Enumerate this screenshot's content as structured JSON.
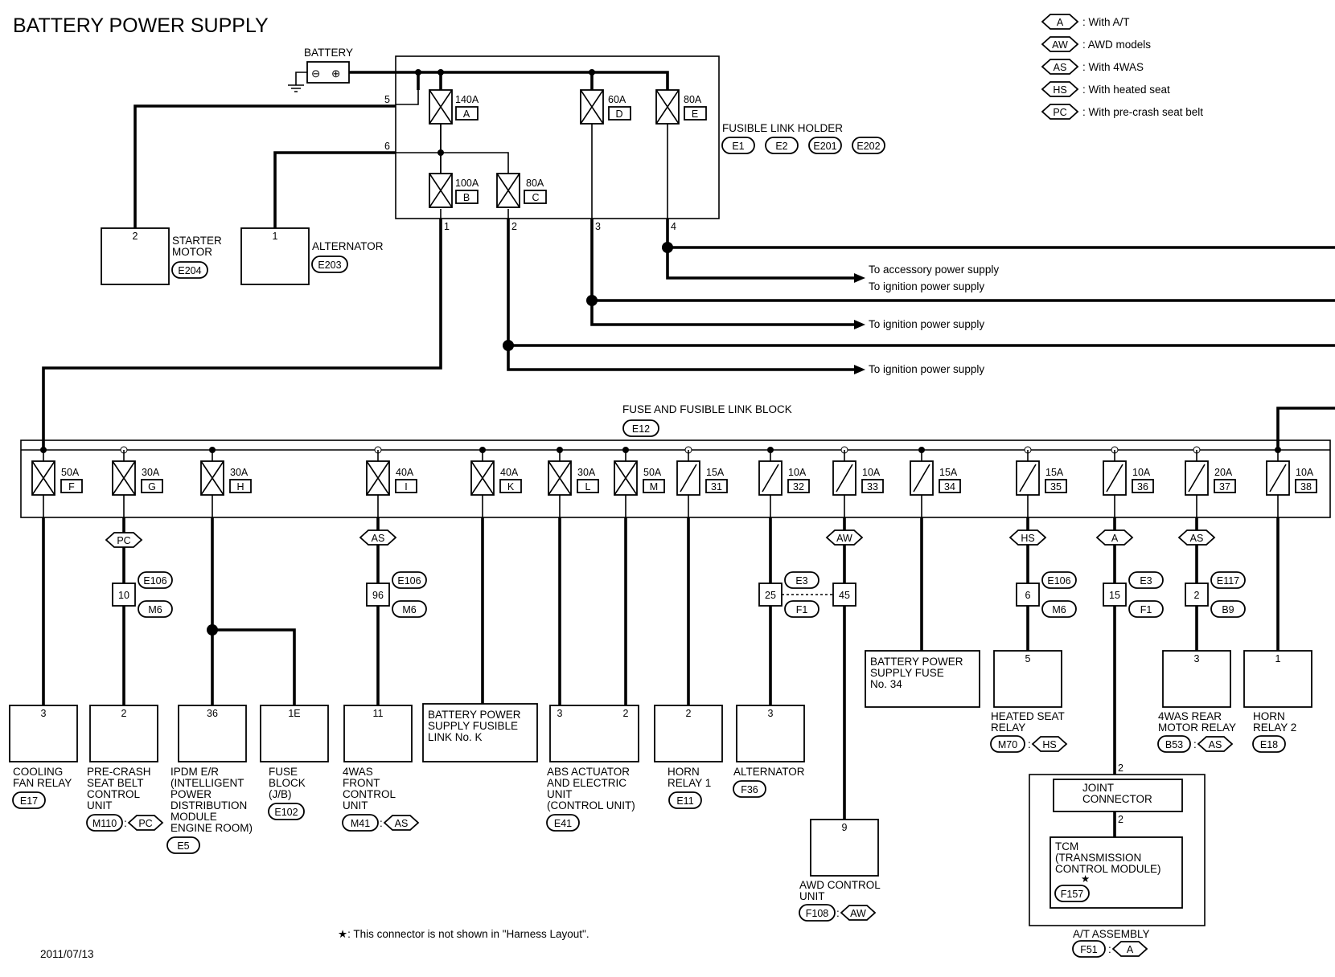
{
  "title": "BATTERY POWER SUPPLY",
  "date": "2011/07/13",
  "footnote": "★: This connector is not shown in \"Harness Layout\".",
  "legend": [
    {
      "code": "A",
      "text": ": With A/T"
    },
    {
      "code": "AW",
      "text": ": AWD models"
    },
    {
      "code": "AS",
      "text": ": With 4WAS"
    },
    {
      "code": "HS",
      "text": ": With heated seat"
    },
    {
      "code": "PC",
      "text": ": With pre-crash seat belt"
    }
  ],
  "battery": {
    "label": "BATTERY",
    "minus": "⊖",
    "plus": "⊕"
  },
  "fusible_link_holder": {
    "label": "FUSIBLE LINK HOLDER",
    "connectors": [
      "E1",
      "E2",
      "E201",
      "E202"
    ],
    "pins": {
      "p5": "5",
      "p6": "6",
      "p1": "1",
      "p2": "2",
      "p3": "3",
      "p4": "4"
    },
    "links": [
      {
        "amp": "140A",
        "id": "A"
      },
      {
        "amp": "60A",
        "id": "D"
      },
      {
        "amp": "80A",
        "id": "E"
      },
      {
        "amp": "100A",
        "id": "B"
      },
      {
        "amp": "80A",
        "id": "C"
      }
    ]
  },
  "starter": {
    "pin": "2",
    "name": [
      "STARTER",
      "MOTOR"
    ],
    "conn": "E204"
  },
  "alternator_top": {
    "pin": "1",
    "name": "ALTERNATOR",
    "conn": "E203"
  },
  "arrows": [
    "To accessory power supply",
    "To ignition power supply",
    "To ignition power supply",
    "To ignition power supply"
  ],
  "fuse_block": {
    "label": "FUSE AND FUSIBLE LINK BLOCK",
    "conn": "E12",
    "fuses": [
      {
        "amp": "50A",
        "id": "F"
      },
      {
        "amp": "30A",
        "id": "G"
      },
      {
        "amp": "30A",
        "id": "H"
      },
      {
        "amp": "40A",
        "id": "I"
      },
      {
        "amp": "40A",
        "id": "K"
      },
      {
        "amp": "30A",
        "id": "L"
      },
      {
        "amp": "50A",
        "id": "M"
      },
      {
        "amp": "15A",
        "id": "31"
      },
      {
        "amp": "10A",
        "id": "32"
      },
      {
        "amp": "10A",
        "id": "33"
      },
      {
        "amp": "15A",
        "id": "34"
      },
      {
        "amp": "15A",
        "id": "35"
      },
      {
        "amp": "10A",
        "id": "36"
      },
      {
        "amp": "20A",
        "id": "37"
      },
      {
        "amp": "10A",
        "id": "38"
      }
    ]
  },
  "options": {
    "pc": "PC",
    "as1": "AS",
    "aw": "AW",
    "hs": "HS",
    "a": "A",
    "as2": "AS"
  },
  "joints": [
    {
      "pin": "10",
      "c1": "E106",
      "c2": "M6"
    },
    {
      "pin": "96",
      "c1": "E106",
      "c2": "M6"
    },
    {
      "pin": "25",
      "c1": "E3",
      "c2": "F1"
    },
    {
      "pin": "45"
    },
    {
      "pin": "6",
      "c1": "E106",
      "c2": "M6"
    },
    {
      "pin": "15",
      "c1": "E3",
      "c2": "F1"
    },
    {
      "pin": "2",
      "c1": "E117",
      "c2": "B9"
    }
  ],
  "components": {
    "cooling_fan": {
      "pin": "3",
      "name": [
        "COOLING",
        "FAN RELAY"
      ],
      "conn": "E17"
    },
    "precrash": {
      "pin": "2",
      "name": [
        "PRE-CRASH",
        "SEAT BELT",
        "CONTROL",
        "UNIT"
      ],
      "conn": "M110",
      "opt": "PC"
    },
    "ipdm": {
      "pin": "36",
      "name": [
        "IPDM E/R",
        "(INTELLIGENT",
        "POWER",
        "DISTRIBUTION",
        "MODULE",
        "ENGINE ROOM)"
      ],
      "conn": "E5"
    },
    "fuse_block_jb": {
      "pin": "1E",
      "name": [
        "FUSE",
        "BLOCK",
        "(J/B)"
      ],
      "conn": "E102"
    },
    "fourwas_front": {
      "pin": "11",
      "name": [
        "4WAS",
        "FRONT",
        "CONTROL",
        "UNIT"
      ],
      "conn": "M41",
      "opt": "AS"
    },
    "bat_fusible_k": {
      "name": [
        "BATTERY POWER",
        "SUPPLY FUSIBLE",
        "LINK No. K"
      ]
    },
    "abs": {
      "pin1": "3",
      "pin2": "2",
      "name": [
        "ABS ACTUATOR",
        "AND ELECTRIC",
        "UNIT",
        "(CONTROL UNIT)"
      ],
      "conn": "E41"
    },
    "horn1": {
      "pin": "2",
      "name": [
        "HORN",
        "RELAY 1"
      ],
      "conn": "E11"
    },
    "alternator": {
      "pin": "3",
      "name": [
        "ALTERNATOR"
      ],
      "conn": "F36"
    },
    "awd": {
      "pin": "9",
      "name": [
        "AWD CONTROL",
        "UNIT"
      ],
      "conn": "F108",
      "opt": "AW"
    },
    "bat_fuse_34": {
      "name": [
        "BATTERY POWER",
        "SUPPLY FUSE",
        "No. 34"
      ]
    },
    "heated_seat": {
      "pin": "5",
      "name": [
        "HEATED SEAT",
        "RELAY"
      ],
      "conn": "M70",
      "opt": "HS"
    },
    "joint_conn": {
      "pin_top": "2",
      "pin_bottom": "2",
      "name": [
        "JOINT",
        "CONNECTOR"
      ]
    },
    "tcm": {
      "name": [
        "TCM",
        "(TRANSMISSION",
        "CONTROL MODULE)"
      ],
      "star": "★",
      "conn": "F157"
    },
    "at_assembly": {
      "name": "A/T ASSEMBLY",
      "conn": "F51",
      "opt": "A"
    },
    "fourwas_rear": {
      "pin": "3",
      "name": [
        "4WAS REAR",
        "MOTOR RELAY"
      ],
      "conn": "B53",
      "opt": "AS"
    },
    "horn2": {
      "pin": "1",
      "name": [
        "HORN",
        "RELAY 2"
      ],
      "conn": "E18"
    }
  }
}
